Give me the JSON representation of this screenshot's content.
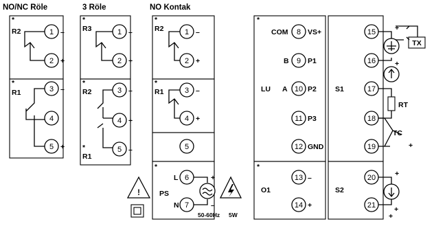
{
  "headings": {
    "nonc": "NO/NC Röle",
    "three": "3 Röle",
    "no": "NO Kontak"
  },
  "star": "*",
  "relays": {
    "nonc_r2": "R2",
    "nonc_r1": "R1",
    "three_r3": "R3",
    "three_r2": "R2",
    "three_r1": "R1",
    "no_r2": "R2",
    "no_r1": "R1"
  },
  "terminals": {
    "t1": "1",
    "t2": "2",
    "t3": "3",
    "t4": "4",
    "t5": "5",
    "t6": "6",
    "t7": "7",
    "t8": "8",
    "t9": "9",
    "t10": "10",
    "t11": "11",
    "t12": "12",
    "t13": "13",
    "t14": "14",
    "t15": "15",
    "t16": "16",
    "t17": "17",
    "t18": "18",
    "t19": "19",
    "t20": "20",
    "t21": "21"
  },
  "signs": {
    "minus": "–",
    "plus": "+"
  },
  "ps": {
    "label": "PS",
    "l": "L",
    "n": "N",
    "freq": "50-60Hz",
    "power": "5W"
  },
  "lu": {
    "label": "LU",
    "com": "COM",
    "vs": "VS+",
    "b": "B",
    "p1": "P1",
    "a": "A",
    "p2": "P2",
    "p3": "P3",
    "gnd": "GND"
  },
  "o1": {
    "label": "O1"
  },
  "s1": {
    "label": "S1",
    "tx": "TX",
    "rt": "RT",
    "tc": "TC"
  },
  "s2": {
    "label": "S2"
  },
  "icons": {
    "warning": "!"
  }
}
